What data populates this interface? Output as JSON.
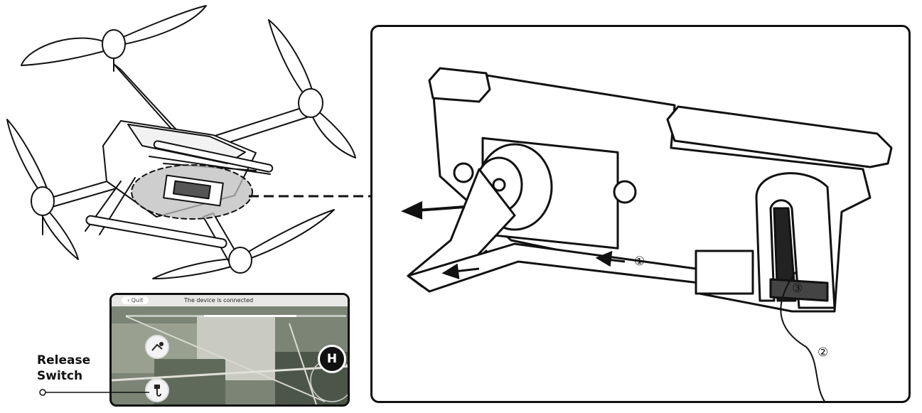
{
  "callout": {
    "label_line1": "Release",
    "label_line2": "Switch"
  },
  "app": {
    "quit_label": "Quit",
    "status_text": "The device is connected",
    "home_button_label": "H"
  },
  "steps": {
    "step1": "①",
    "step2": "②",
    "step3": "③"
  },
  "colors": {
    "outline": "#111111",
    "highlight_gray": "#bdbdbd"
  }
}
